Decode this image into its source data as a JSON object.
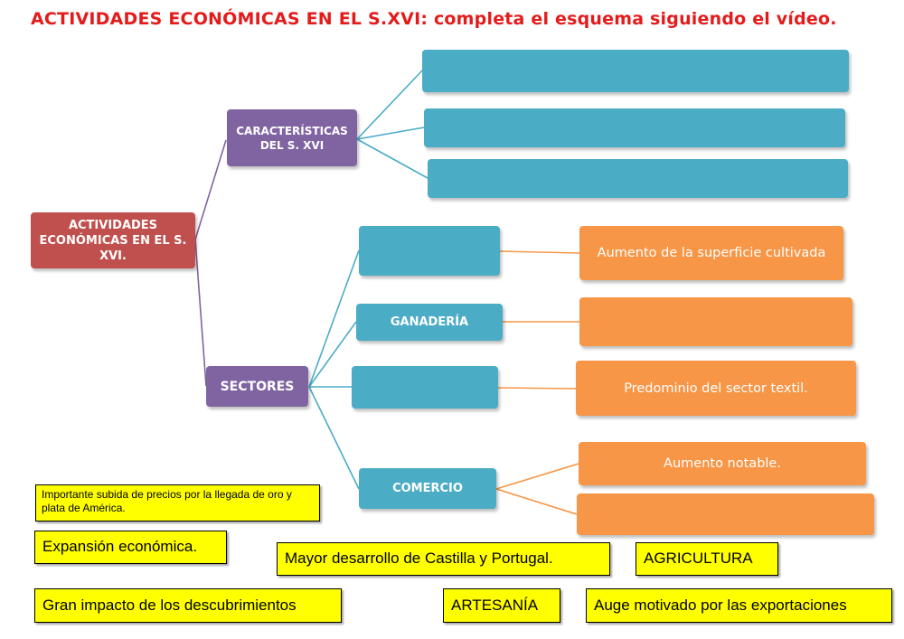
{
  "title": "ACTIVIDADES ECONÓMICAS EN EL S.XVI: completa el esquema siguiendo el vídeo.",
  "diagram": {
    "root": "ACTIVIDADES ECONÓMICAS EN EL S. XVI.",
    "characteristics": {
      "label": "CARACTERÍSTICAS DEL S. XVI",
      "slots": [
        "",
        "",
        ""
      ]
    },
    "sectors": {
      "label": "SECTORES",
      "items": [
        {
          "label": "",
          "details": [
            "Aumento de la superficie cultivada"
          ]
        },
        {
          "label": "GANADERÍA",
          "details": [
            ""
          ]
        },
        {
          "label": "",
          "details": [
            "Predominio del sector textil."
          ]
        },
        {
          "label": "COMERCIO",
          "details": [
            "Aumento notable.",
            ""
          ]
        }
      ]
    }
  },
  "answer_cards": [
    "Importante subida de precios por la llegada de oro y plata de América.",
    "Expansión económica.",
    "Mayor desarrollo de Castilla y Portugal.",
    "AGRICULTURA",
    "Gran impacto de los descubrimientos",
    "ARTESANÍA",
    "Auge motivado por las exportaciones"
  ],
  "colors": {
    "title": "#e41b1b",
    "root": "#c0504d",
    "branch": "#8064a2",
    "sector": "#4bacc6",
    "detail": "#f79646",
    "card": "#ffff00"
  }
}
